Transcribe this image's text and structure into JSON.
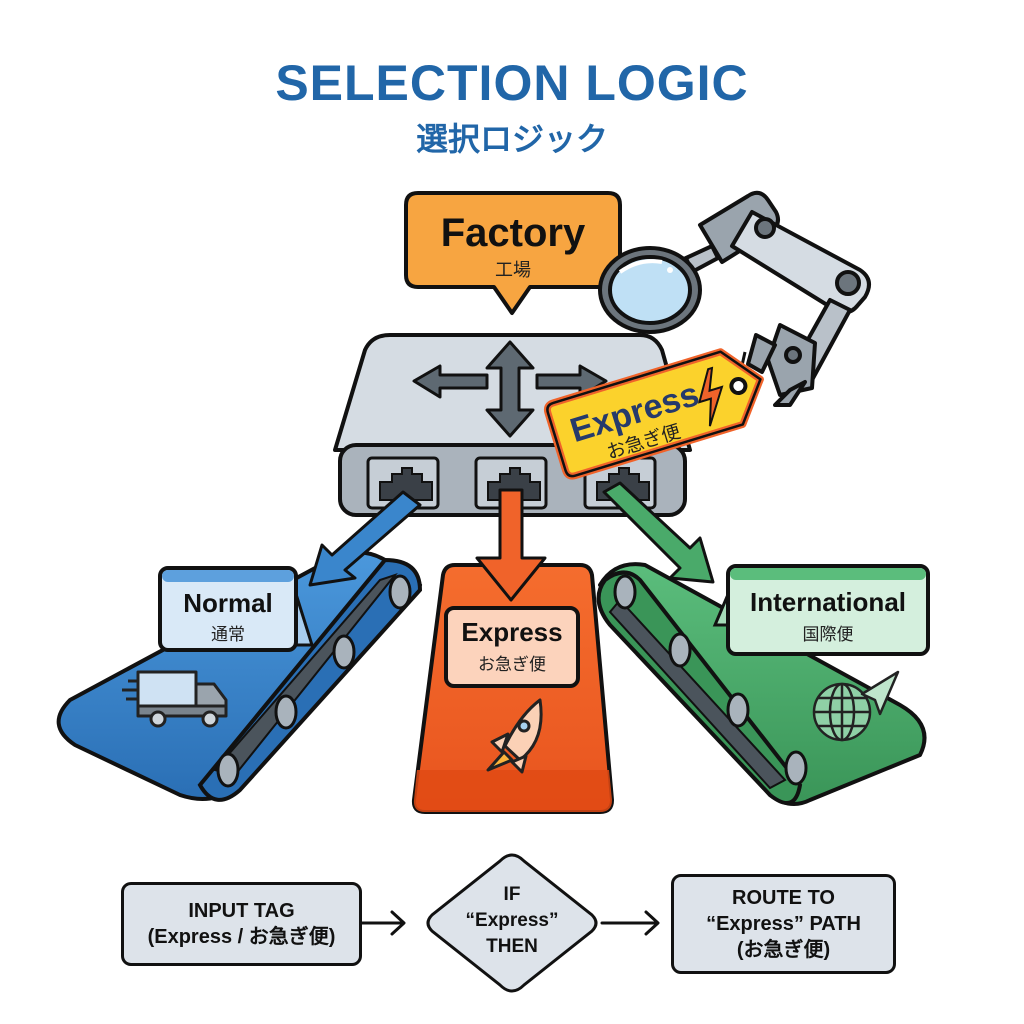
{
  "header": {
    "title": "SELECTION LOGIC",
    "subtitle": "選択ロジック"
  },
  "factory": {
    "label": "Factory",
    "label_jp": "工場",
    "icons": [
      "router-hub-icon",
      "four-way-arrows-icon",
      "magnifying-glass-icon",
      "robot-arm-icon"
    ]
  },
  "tag": {
    "label": "Express",
    "label_jp": "お急ぎ便",
    "icon": "lightning-bolt-icon"
  },
  "lanes": [
    {
      "id": "normal",
      "label": "Normal",
      "label_jp": "通常",
      "color": "#3a86cc",
      "icon": "delivery-truck-icon"
    },
    {
      "id": "express",
      "label": "Express",
      "label_jp": "お急ぎ便",
      "color": "#f0632a",
      "icon": "rocket-icon"
    },
    {
      "id": "international",
      "label": "International",
      "label_jp": "国際便",
      "color": "#4aaa6a",
      "icon": "globe-paper-plane-icon"
    }
  ],
  "flow": {
    "step1": {
      "line1": "INPUT TAG",
      "line2": "(Express / お急ぎ便)"
    },
    "step2": {
      "line1": "IF",
      "line2": "“Express”",
      "line3": "THEN"
    },
    "step3": {
      "line1": "ROUTE TO",
      "line2": "“Express” PATH",
      "line3": "(お急ぎ便)"
    }
  },
  "colors": {
    "title": "#2166a8",
    "factory_bubble": "#f7a541",
    "tag_fill": "#fbd22c",
    "tag_border": "#f0632a",
    "hub": "#c9d1d9"
  }
}
